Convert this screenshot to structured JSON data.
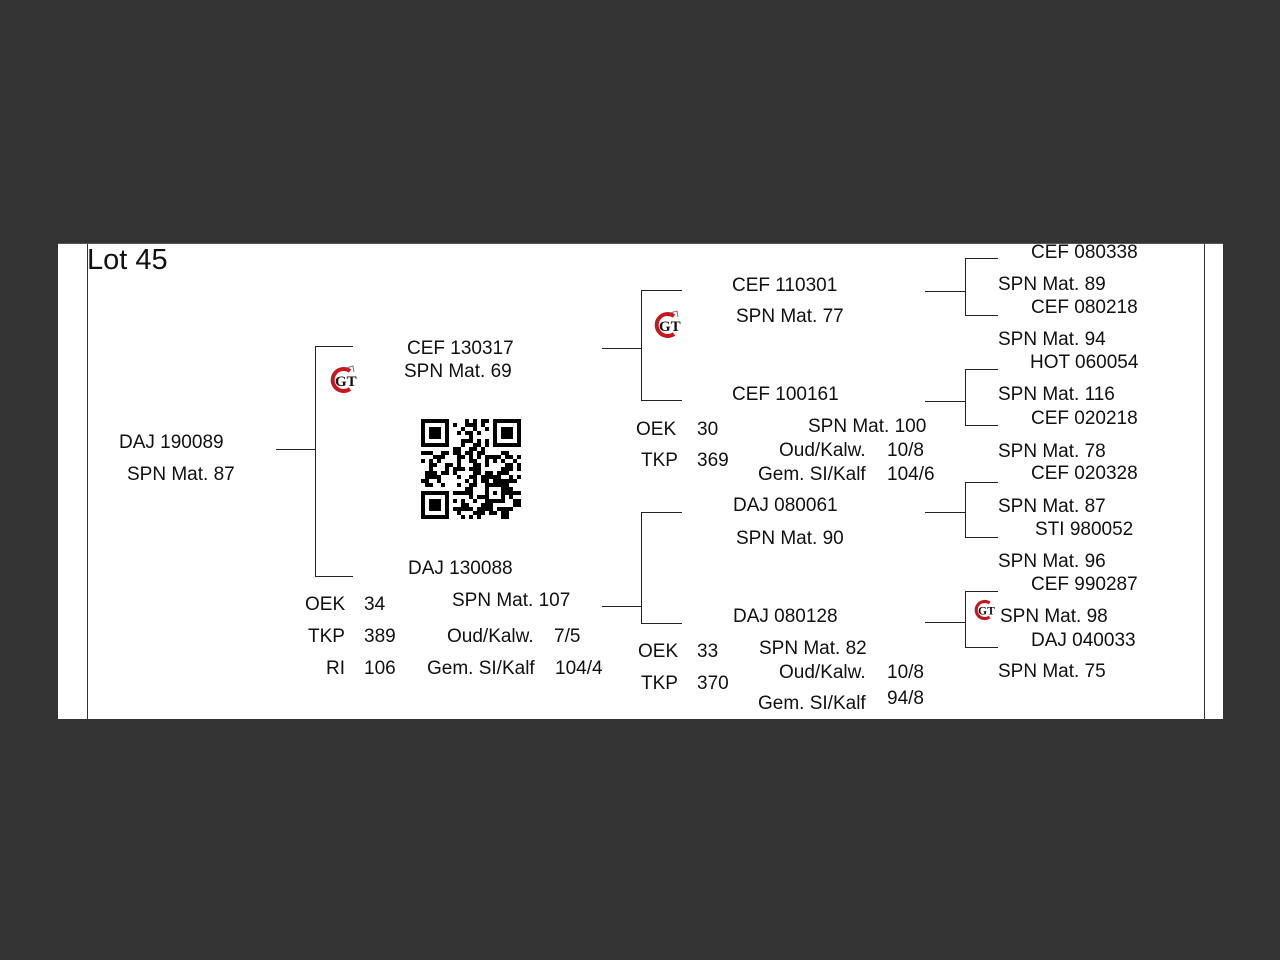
{
  "lot_title": "Lot 45",
  "subject": {
    "id": "DAJ 190089",
    "mat": "SPN Mat. 87"
  },
  "sire": {
    "id": "CEF 130317",
    "mat": "SPN Mat. 69"
  },
  "dam": {
    "id": "DAJ 130088",
    "mat": "SPN Mat. 107",
    "oek_label": "OEK",
    "oek": "34",
    "tkp_label": "TKP",
    "tkp": "389",
    "ri_label": "RI",
    "ri": "106",
    "oud_label": "Oud/Kalw.",
    "oud": "7/5",
    "gem_label": "Gem. SI/Kalf",
    "gem": "104/4"
  },
  "sire_sire": {
    "id": "CEF 110301",
    "mat": "SPN Mat. 77"
  },
  "sire_dam": {
    "id": "CEF 100161",
    "mat": "SPN Mat. 100",
    "oek_label": "OEK",
    "oek": "30",
    "tkp_label": "TKP",
    "tkp": "369",
    "oud_label": "Oud/Kalw.",
    "oud": "10/8",
    "gem_label": "Gem. SI/Kalf",
    "gem": "104/6"
  },
  "dam_sire": {
    "id": "DAJ 080061",
    "mat": "SPN Mat. 90"
  },
  "dam_dam": {
    "id": "DAJ 080128",
    "mat": "SPN Mat. 82",
    "oek_label": "OEK",
    "oek": "33",
    "tkp_label": "TKP",
    "tkp": "370",
    "oud_label": "Oud/Kalw.",
    "oud": "10/8",
    "gem_label": "Gem. SI/Kalf",
    "gem": "94/8"
  },
  "gen4": [
    {
      "id": "CEF 080338",
      "mat": "SPN Mat. 89"
    },
    {
      "id": "CEF 080218",
      "mat": "SPN Mat. 94"
    },
    {
      "id": "HOT 060054",
      "mat": "SPN Mat. 116"
    },
    {
      "id": "CEF 020218",
      "mat": "SPN Mat. 78"
    },
    {
      "id": "CEF 020328",
      "mat": "SPN Mat. 87"
    },
    {
      "id": "STI 980052",
      "mat": "SPN Mat. 96"
    },
    {
      "id": "CEF 990287",
      "mat": "SPN Mat. 98"
    },
    {
      "id": "DAJ 040033",
      "mat": "SPN Mat. 75"
    }
  ],
  "logo": {
    "name": "gt-logo",
    "letters": "GT",
    "color": "#c8161d"
  },
  "qr": {
    "name": "qr-code"
  }
}
